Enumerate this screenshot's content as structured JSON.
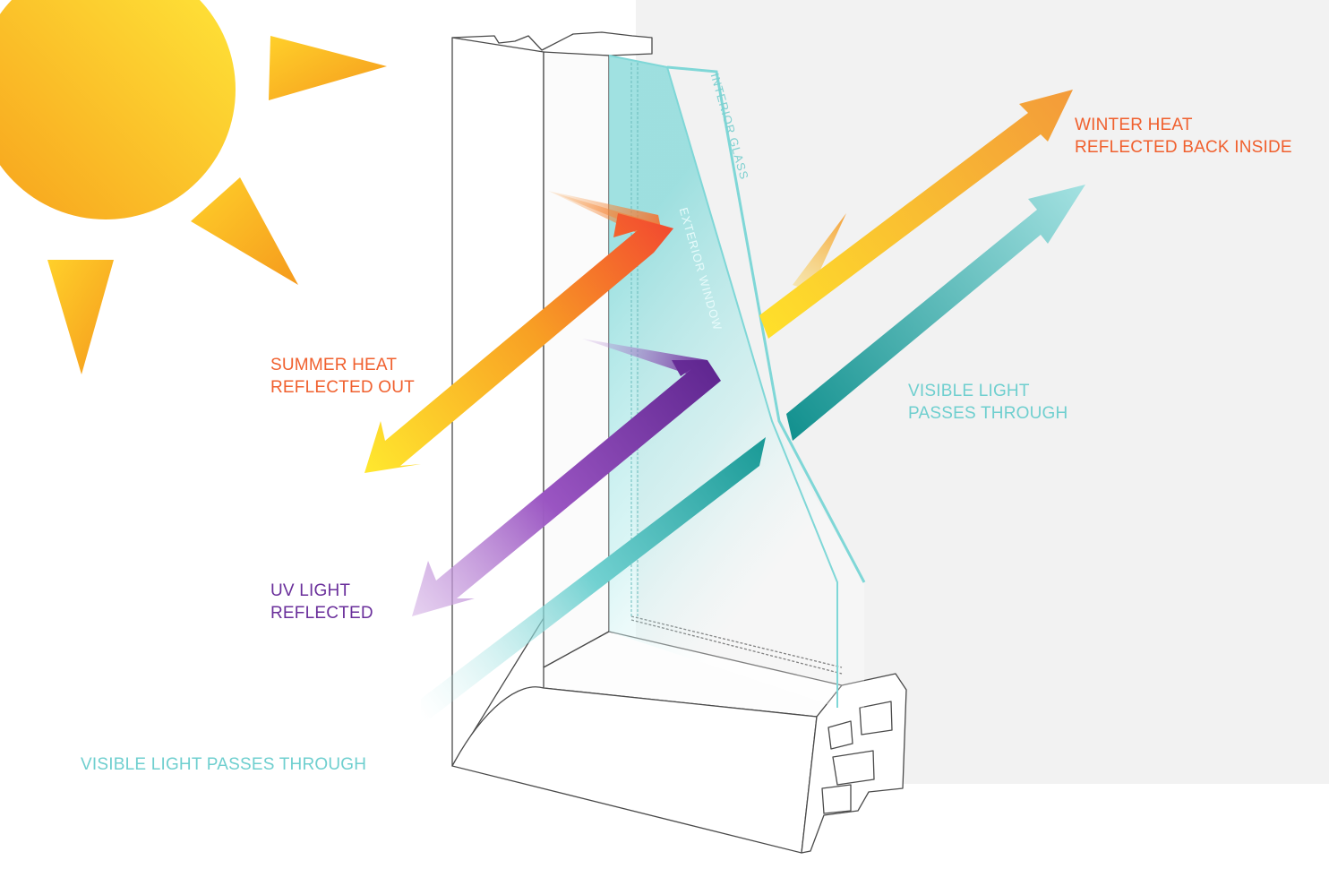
{
  "colors": {
    "sun_light": "#ffe234",
    "sun_dark": "#f7a21d",
    "orange_text": "#f0602e",
    "teal_text": "#6fcfcf",
    "purple_text": "#6a2f9b",
    "teal_dark": "#1a9a97",
    "glass": "#7ed7d8",
    "interior_bg": "#f2f2f2"
  },
  "labels": {
    "winter_heat": [
      "WINTER HEAT",
      "REFLECTED BACK INSIDE"
    ],
    "summer_heat": [
      "SUMMER HEAT",
      "REFLECTED OUT"
    ],
    "visible_light_inside": [
      "VISIBLE LIGHT",
      "PASSES THROUGH"
    ],
    "uv_light": [
      "UV LIGHT",
      "REFLECTED"
    ],
    "visible_light_bottom": "VISIBLE LIGHT PASSES THROUGH",
    "interior_glass": "INTERIOR GLASS",
    "exterior_window": "EXTERIOR WINDOW"
  },
  "icons": [
    "sun-icon",
    "arrow-summer-heat",
    "arrow-winter-heat",
    "arrow-uv-light",
    "arrow-visible-light"
  ]
}
